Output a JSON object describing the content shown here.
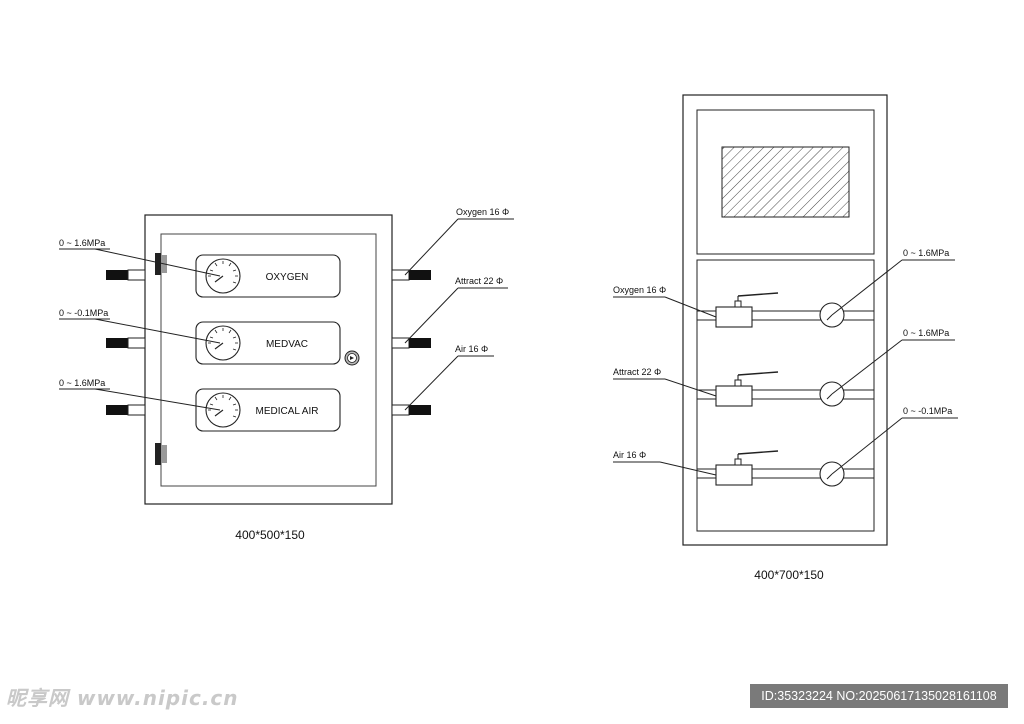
{
  "left_cabinet": {
    "caption": "400*500*150",
    "panels": [
      {
        "name": "OXYGEN",
        "pressure": "0 ~ 1.6MPa",
        "outlet": "Oxygen 16 Φ"
      },
      {
        "name": "MEDVAC",
        "pressure": "0 ~ -0.1MPa",
        "outlet": "Attract 22 Φ"
      },
      {
        "name": "MEDICAL AIR",
        "pressure": "0 ~ 1.6MPa",
        "outlet": "Air 16 Φ"
      }
    ]
  },
  "right_cabinet": {
    "caption": "400*700*150",
    "rows": [
      {
        "pipe": "Oxygen 16 Φ",
        "pressure": "0 ~ 1.6MPa"
      },
      {
        "pipe": "Attract 22 Φ",
        "pressure": "0 ~ 1.6MPa"
      },
      {
        "pipe": "Air 16 Φ",
        "pressure": "0 ~ -0.1MPa"
      }
    ]
  },
  "watermark": {
    "left": "昵享网 www.nipic.cn",
    "right": "ID:35323224 NO:20250617135028161108"
  }
}
